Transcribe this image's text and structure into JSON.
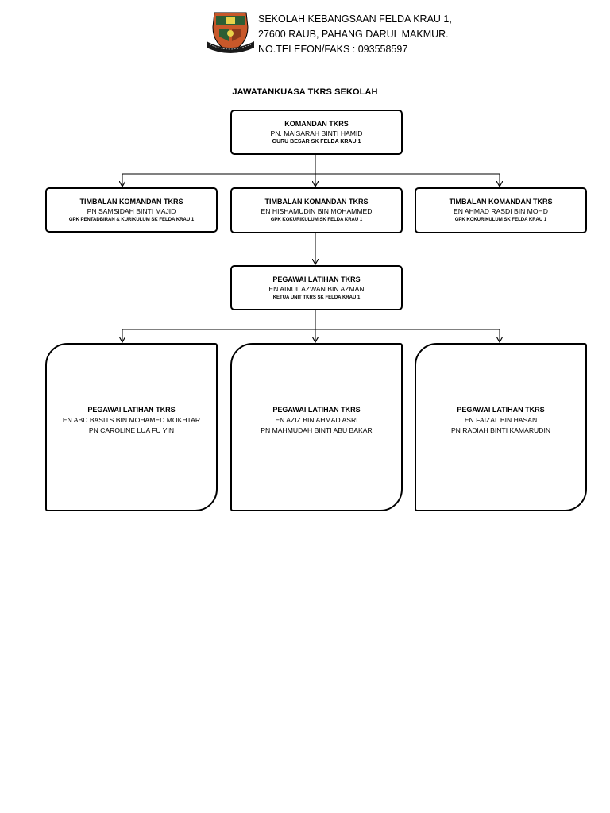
{
  "header": {
    "address_lines": [
      "SEKOLAH KEBANGSAAN FELDA KRAU 1,",
      "27600 RAUB, PAHANG DARUL MAKMUR.",
      "NO.TELEFON/FAKS : 093558597"
    ],
    "crest_colors": {
      "shield": "#c8582a",
      "green": "#2c5e34",
      "banner": "#1a1a1a"
    }
  },
  "title": "JAWATANKUASA TKRS SEKOLAH",
  "commander": {
    "role": "KOMANDAN TKRS",
    "name": "PN. MAISARAH BINTI HAMID",
    "position": "GURU BESAR SK FELDA KRAU 1"
  },
  "deputies": [
    {
      "role": "TIMBALAN KOMANDAN TKRS",
      "name": "PN SAMSIDAH BINTI MAJID",
      "position": "GPK PENTADBIRAN & KURIKULUM SK FELDA KRAU 1"
    },
    {
      "role": "TIMBALAN KOMANDAN TKRS",
      "name": "EN HISHAMUDIN BIN MOHAMMED",
      "position": "GPK KOKURIKULUM SK FELDA KRAU 1"
    },
    {
      "role": "TIMBALAN KOMANDAN TKRS",
      "name": "EN AHMAD RASDI BIN MOHD",
      "position": "GPK KOKURIKULUM SK FELDA KRAU 1"
    }
  ],
  "training_officer": {
    "role": "PEGAWAI LATIHAN TKRS",
    "name": "EN AINUL AZWAN BIN AZMAN",
    "position": "KETUA UNIT TKRS SK FELDA KRAU 1"
  },
  "officers": [
    {
      "role": "PEGAWAI LATIHAN TKRS",
      "names": [
        "EN ABD BASITS BIN MOHAMED MOKHTAR",
        "PN CAROLINE LUA FU YIN"
      ]
    },
    {
      "role": "PEGAWAI LATIHAN TKRS",
      "names": [
        "EN AZIZ BIN AHMAD ASRI",
        "PN MAHMUDAH BINTI ABU BAKAR"
      ]
    },
    {
      "role": "PEGAWAI LATIHAN TKRS",
      "names": [
        "EN FAIZAL BIN HASAN",
        "PN RADIAH BINTI KAMARUDIN"
      ]
    }
  ]
}
